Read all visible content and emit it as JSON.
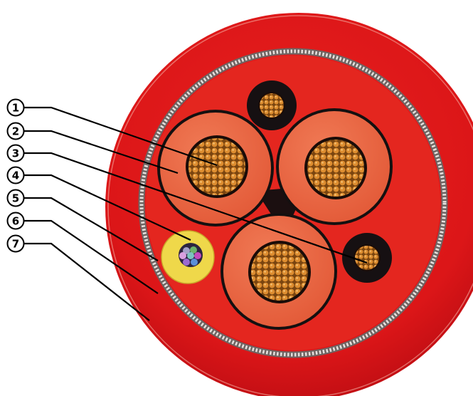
{
  "diagram": {
    "callouts": [
      {
        "label": "1",
        "part": "power-conductor-strands"
      },
      {
        "label": "2",
        "part": "power-core-insulation"
      },
      {
        "label": "3",
        "part": "small-core-conductor"
      },
      {
        "label": "4",
        "part": "signal-element"
      },
      {
        "label": "5",
        "part": "inner-sheath"
      },
      {
        "label": "6",
        "part": "braided-screen"
      },
      {
        "label": "7",
        "part": "outer-jacket"
      }
    ]
  },
  "colors": {
    "outer_jacket": "#e0171a",
    "inner_sheath": "#e42a22",
    "braid": "#7d6f6c",
    "core_insulation": "#ec6a45",
    "copper": "#d8882c",
    "black_core": "#161012",
    "signal_sheath": "#ecd640"
  }
}
